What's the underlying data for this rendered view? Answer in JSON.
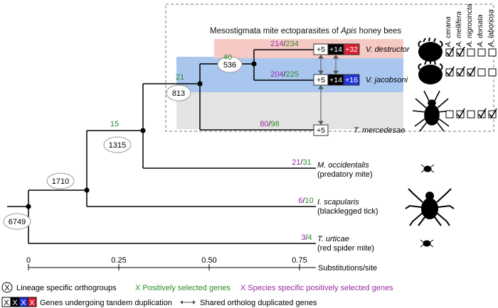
{
  "title": {
    "prefix": "Mesostigmata mite ectoparasites of ",
    "genus": "Apis",
    "suffix": " honey bees"
  },
  "colors": {
    "positive": "#2a8a2a",
    "species": "#9a2aa6",
    "tandem_destructor": "#d81e2f",
    "tandem_jacobsoni": "#2136d8",
    "band_destructor": "#f7c9c4",
    "band_jacobsoni": "#a9c6ef",
    "band_mercedesae": "#e4e4e4"
  },
  "nodes": {
    "root": "6749",
    "n1710": "1710",
    "n1315": "1315",
    "n813": "813",
    "n536": "536"
  },
  "branch_positive": {
    "b15": "15",
    "b21": "21",
    "b40": "40"
  },
  "taxa": {
    "destructor": {
      "name": "V. destructor",
      "species": "214",
      "positive": "234",
      "dup": [
        "+5",
        "+14",
        "+32"
      ]
    },
    "jacobsoni": {
      "name": "V. jacobsoni",
      "species": "204",
      "positive": "225",
      "dup": [
        "+5",
        "+14",
        "+16"
      ]
    },
    "mercedesae": {
      "name": "T. mercedesae",
      "species": "80",
      "positive": "98",
      "dup": [
        "+5"
      ]
    },
    "occidentalis": {
      "name": "M. occidentalis",
      "common": "(predatory mite)",
      "species": "21",
      "positive": "31"
    },
    "scapularis": {
      "name": "I. scapularis",
      "common": "(blacklegged tick)",
      "species": "6",
      "positive": "10"
    },
    "urticae": {
      "name": "T. urticae",
      "common": "(red spider mite)",
      "species": "3",
      "positive": "4"
    }
  },
  "host_columns": [
    "A. cerana",
    "A. mellifera",
    "A. nigrocincta",
    "A. dorsata",
    "A. laboriosa"
  ],
  "host_checks": {
    "destructor": [
      true,
      true,
      false,
      false,
      false
    ],
    "jacobsoni": [
      true,
      true,
      true,
      false,
      false
    ],
    "mercedesae": [
      false,
      true,
      false,
      true,
      true
    ]
  },
  "axis": {
    "ticks": [
      "0",
      "0.25",
      "0.50",
      "0.75"
    ],
    "label": "Substitutions/site"
  },
  "legend": {
    "circle_symbol": "X",
    "lineage": "Lineage specific orthogroups",
    "positive": "X Positively selected genes",
    "species": "X Species specific positively selected genes",
    "tandem_boxes": [
      "X",
      "X",
      "X",
      "X"
    ],
    "tandem": "Genes undergoing tandem duplication",
    "shared": "Shared ortholog duplicated genes"
  }
}
